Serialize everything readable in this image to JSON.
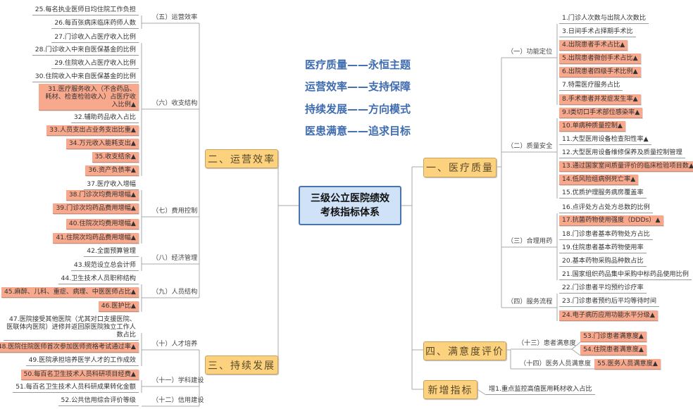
{
  "title": "三级公立医院绩效考核指标体系",
  "slogans": [
    "医疗质量——永恒主题",
    "运营效率——支持保障",
    "持续发展——方向模式",
    "医患满意——追求目标"
  ],
  "colors": {
    "key_item": "#f8a88c",
    "branch_box": "#fdd27f",
    "center_box": "#cfe2f7",
    "slogan": "#3f6cb0"
  },
  "branches": {
    "operations": {
      "label": "二、运营效率",
      "groups": [
        {
          "label": "（五）运营效率",
          "items": [
            {
              "text": "25.每名执业医师日均住院工作负担",
              "key": false
            },
            {
              "text": "26.每百张病床临床药师人数",
              "key": false
            }
          ]
        },
        {
          "label": "（六）收支结构",
          "items": [
            {
              "text": "27.门诊收入占医疗收入比例",
              "key": false
            },
            {
              "text": "28.门诊收入中来自医保基金的比例",
              "key": false
            },
            {
              "text": "29.住院收入占医疗收入比例",
              "key": false
            },
            {
              "text": "30.住院收入中来自医保基金的比例",
              "key": false
            },
            {
              "text": "31.医疗服务收入（不含药品、耗材、检查检验收入）占医疗收入比例▲",
              "key": true
            },
            {
              "text": "32.辅助药品收入占比",
              "key": false
            },
            {
              "text": "33.人员支出占业务支出比重▲",
              "key": true
            },
            {
              "text": "34.万元收入能耗支出▲",
              "key": true
            },
            {
              "text": "35.收支结余▲",
              "key": true
            },
            {
              "text": "36.资产负债率▲",
              "key": true
            }
          ]
        },
        {
          "label": "（七）费用控制",
          "items": [
            {
              "text": "37.医疗收入增幅",
              "key": false
            },
            {
              "text": "38.门诊次均费用增幅▲",
              "key": true
            },
            {
              "text": "39.门诊次均药品费用增幅▲",
              "key": true
            },
            {
              "text": "40.住院次均费用增幅▲",
              "key": true
            },
            {
              "text": "41.住院次均药品费用增幅▲",
              "key": true
            }
          ]
        },
        {
          "label": "（八）经济管理",
          "items": [
            {
              "text": "42.全面预算管理",
              "key": false
            },
            {
              "text": "43.规范设立总会计师",
              "key": false
            }
          ]
        },
        {
          "label": "（九）人员结构",
          "items": [
            {
              "text": "44.卫生技术人员职称结构",
              "key": false
            },
            {
              "text": "45.麻醉、儿科、重症、病理、中医医师占比▲",
              "key": true
            },
            {
              "text": "46.医护比▲",
              "key": true
            }
          ]
        }
      ]
    },
    "development": {
      "label": "三、持续发展",
      "groups": [
        {
          "label": "（十）人才培养",
          "items": [
            {
              "text": "47.医院接受其他医院（尤其对口支援医院、医联体内医院）进修并返回原医院独立工作人数占比",
              "key": false
            },
            {
              "text": "48.医院住院医师首次参加医师资格考试通过率▲",
              "key": true
            },
            {
              "text": "49.医院承担培养医学人才的工作成效",
              "key": false
            }
          ]
        },
        {
          "label": "（十一）学科建设",
          "items": [
            {
              "text": "50.每百名卫生技术人员科研项目经费▲",
              "key": true
            },
            {
              "text": "51.每百名卫生技术人员科研成果转化金额",
              "key": false
            }
          ]
        },
        {
          "label": "（十二）信用建设",
          "items": [
            {
              "text": "52.公共信用综合评价等级",
              "key": false
            }
          ]
        }
      ]
    },
    "quality": {
      "label": "一、医疗质量",
      "groups": [
        {
          "label": "（一）功能定位",
          "items": [
            {
              "text": "1.门诊人次数与出院人次数比",
              "key": false
            },
            {
              "text": "3.日间手术占择期手术比",
              "key": false
            },
            {
              "text": "4.出院患者手术占比▲",
              "key": true
            },
            {
              "text": "5.出院患者微创手术占比▲",
              "key": true
            },
            {
              "text": "6.出院患者四级手术比例▲",
              "key": true
            },
            {
              "text": "7.特需医疗服务占比",
              "key": false
            },
            {
              "text": "8.手术患者并发症发生率▲",
              "key": true
            }
          ]
        },
        {
          "label": "（二）质量安全",
          "items": [
            {
              "text": "9.Ⅰ类切口手术部位感染率▲",
              "key": true
            },
            {
              "text": "10.单病种质量控制▲",
              "key": true
            },
            {
              "text": "11.大型医用设备检查阳性率▲",
              "key": false
            },
            {
              "text": "12.大型医用设备维修保养及质量控制管理",
              "key": false
            },
            {
              "text": "13.通过国家室间质量评价的临床检验项目数▲",
              "key": true
            },
            {
              "text": "14.低风险组病例死亡率▲",
              "key": true
            },
            {
              "text": "15.优质护理服务病房覆盖率",
              "key": false
            }
          ]
        },
        {
          "label": "（三）合理用药",
          "items": [
            {
              "text": "16.点评处方占处方总数的比例",
              "key": false
            },
            {
              "text": "17.抗菌药物使用强度（DDDs）▲",
              "key": true
            },
            {
              "text": "18.门诊患者基本药物处方占比",
              "key": false
            },
            {
              "text": "19.住院患者基本药物使用率",
              "key": false
            },
            {
              "text": "20.基本药物采购品种数占比",
              "key": false
            },
            {
              "text": "21.国家组织药品集中采购中标药品使用比例",
              "key": false
            }
          ]
        },
        {
          "label": "（四）服务流程",
          "items": [
            {
              "text": "22.门诊患者平均预约诊疗率",
              "key": false
            },
            {
              "text": "23.门诊患者预约后平均等待时间",
              "key": false
            },
            {
              "text": "24.电子病历应用功能水平分级▲",
              "key": true
            }
          ]
        }
      ]
    },
    "satisfaction": {
      "label": "四、满意度评价",
      "groups": [
        {
          "label": "（十三）患者满意度",
          "items": [
            {
              "text": "53.门诊患者满意度▲",
              "key": true
            },
            {
              "text": "54.住院患者满意度▲",
              "key": true
            }
          ]
        },
        {
          "label": "（十四）医务人员满意度",
          "items": [
            {
              "text": "55.医务人员满意度▲",
              "key": true
            }
          ]
        }
      ]
    },
    "new": {
      "label": "新增指标",
      "groups": [
        {
          "label": "",
          "items": [
            {
              "text": "增1.重点监控高值医用耗材收入占比",
              "key": false
            }
          ]
        }
      ]
    }
  }
}
